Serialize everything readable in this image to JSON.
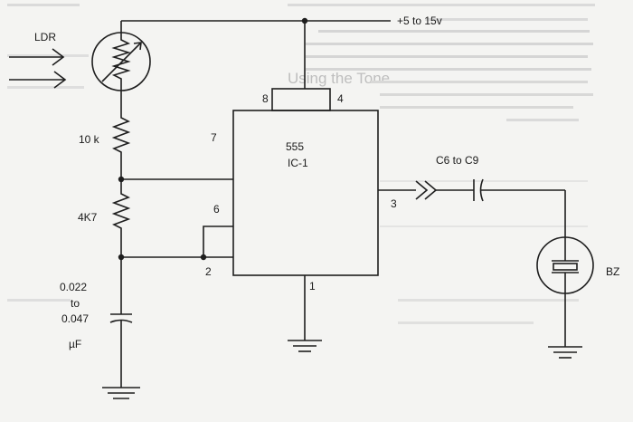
{
  "supply": "+5 to 15v",
  "ldr": "LDR",
  "r1": "10 k",
  "r2": "4K7",
  "ic_number": "555",
  "ic_name": "IC-1",
  "pins": {
    "p8": "8",
    "p4": "4",
    "p7": "7",
    "p6": "6",
    "p2": "2",
    "p3": "3",
    "p1": "1"
  },
  "cap_value": [
    "0.022",
    "to",
    "0.047",
    "µF"
  ],
  "cap_out": "C6 to C9",
  "buzzer": "BZ",
  "background_heading": "Using the Tone"
}
